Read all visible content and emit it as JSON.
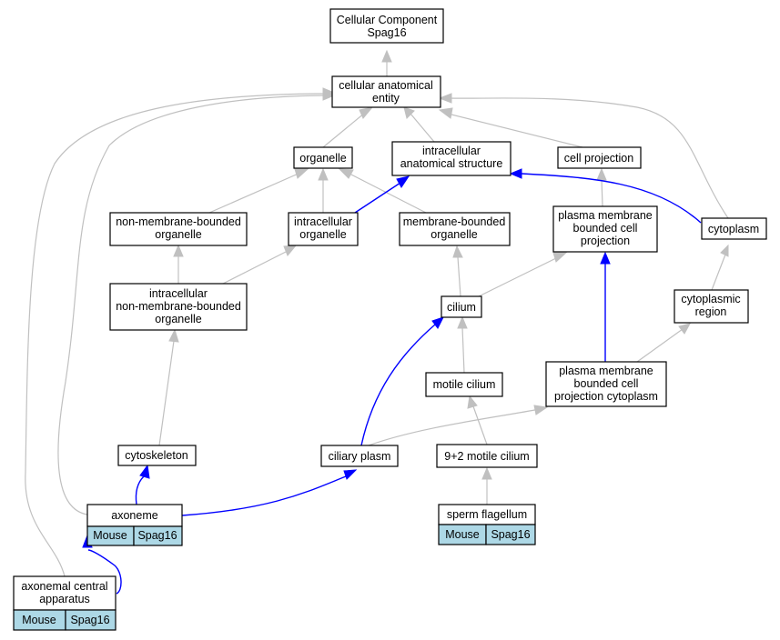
{
  "nodes": {
    "root": [
      "Cellular Component",
      "Spag16"
    ],
    "cae": [
      "cellular anatomical",
      "entity"
    ],
    "organelle": [
      "organelle"
    ],
    "ias": [
      "intracellular",
      "anatomical structure"
    ],
    "cellproj": [
      "cell projection"
    ],
    "nmbo": [
      "non-membrane-bounded",
      "organelle"
    ],
    "io": [
      "intracellular",
      "organelle"
    ],
    "mbo": [
      "membrane-bounded",
      "organelle"
    ],
    "pmbcp": [
      "plasma membrane",
      "bounded cell",
      "projection"
    ],
    "cytoplasm": [
      "cytoplasm"
    ],
    "inmbo": [
      "intracellular",
      "non-membrane-bounded",
      "organelle"
    ],
    "cilium": [
      "cilium"
    ],
    "cytoreg": [
      "cytoplasmic",
      "region"
    ],
    "motcil": [
      "motile cilium"
    ],
    "pmbcpc": [
      "plasma membrane",
      "bounded cell",
      "projection cytoplasm"
    ],
    "cytoskel": [
      "cytoskeleton"
    ],
    "cilplasm": [
      "ciliary plasm"
    ],
    "ninetwo": [
      "9+2 motile cilium"
    ],
    "axoneme": [
      "axoneme"
    ],
    "sperm": [
      "sperm flagellum"
    ],
    "aca": [
      "axonemal central",
      "apparatus"
    ]
  },
  "tags": {
    "axoneme": [
      "Mouse",
      "Spag16"
    ],
    "sperm": [
      "Mouse",
      "Spag16"
    ],
    "aca": [
      "Mouse",
      "Spag16"
    ]
  },
  "edge_colors": {
    "is_a": "#c0c0c0",
    "part_of": "#0000ff"
  },
  "tag_color": "#add8e6"
}
